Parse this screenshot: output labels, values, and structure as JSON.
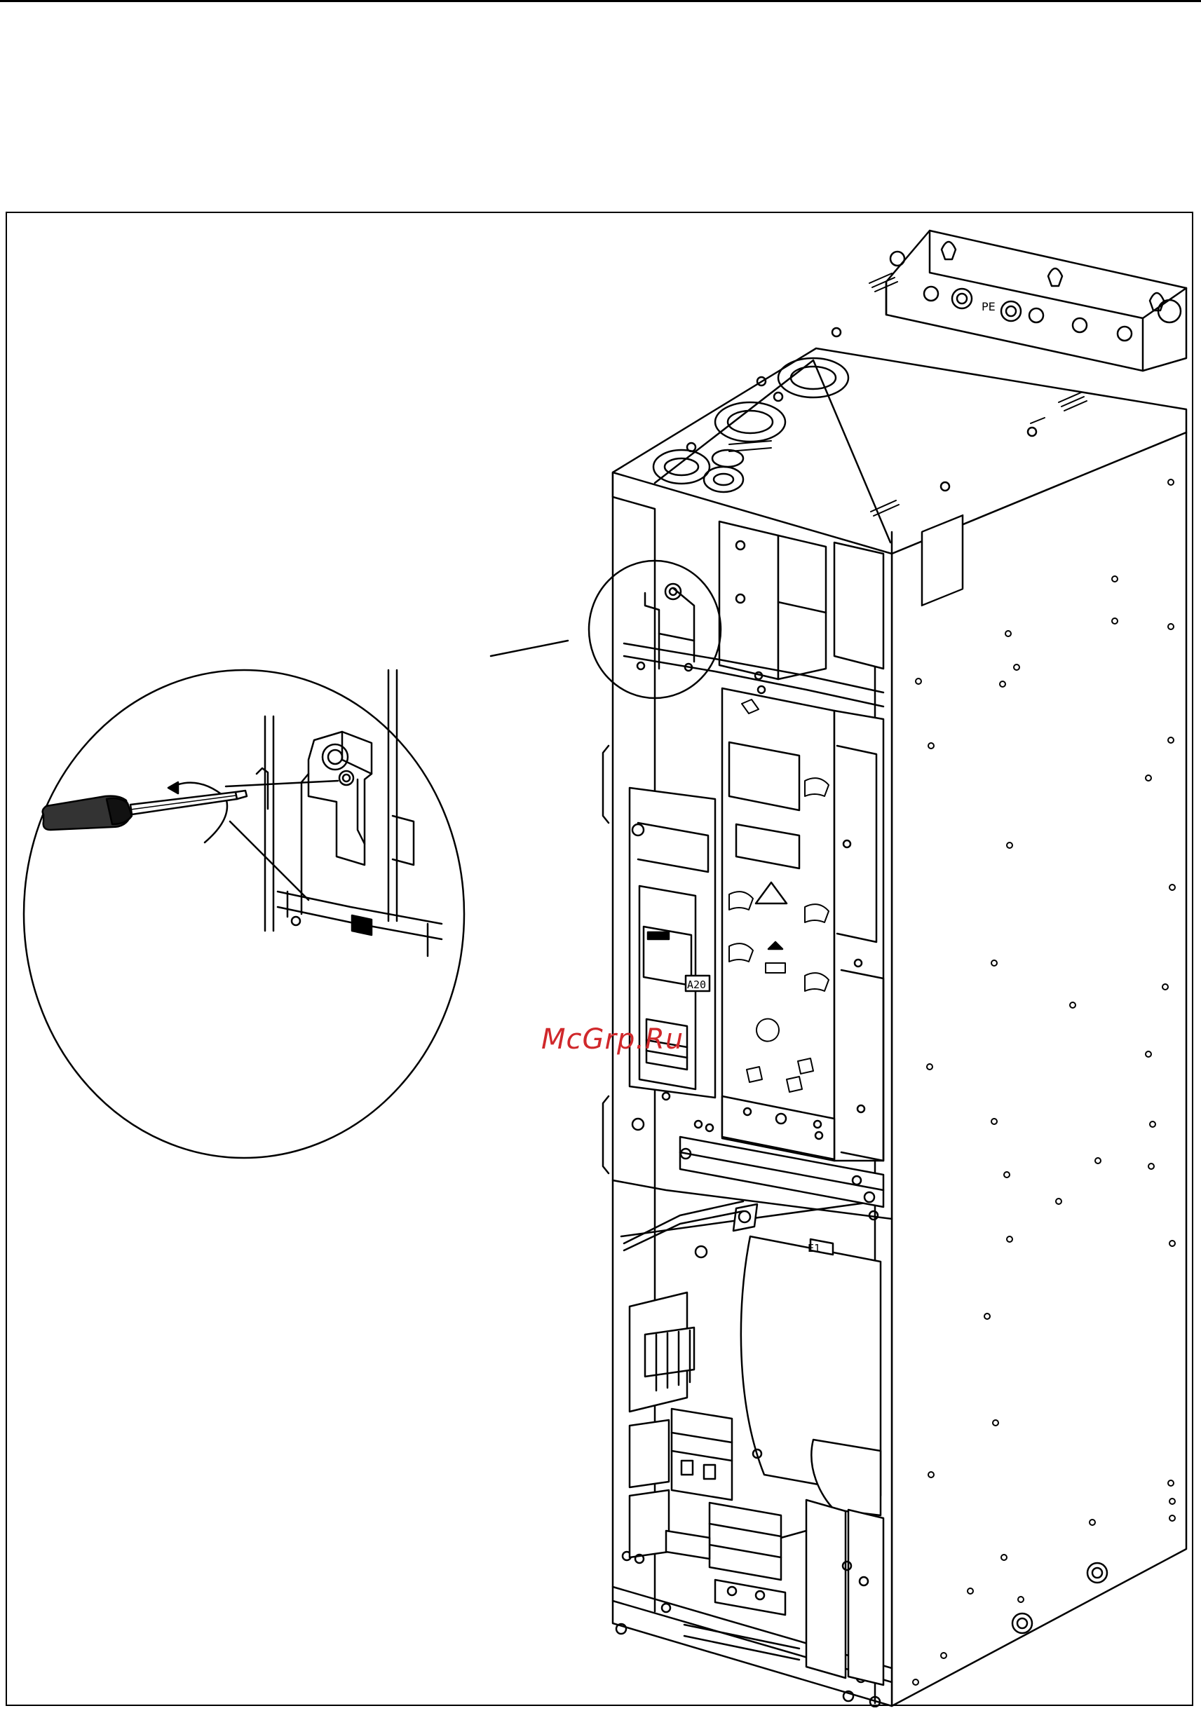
{
  "watermark": {
    "text": "McGrp.Ru",
    "color": "#d0282b"
  },
  "labels": {
    "module": "A20",
    "rail": "E1",
    "ground": "PE"
  },
  "colors": {
    "line": "#000000",
    "paper": "#ffffff",
    "handle": "#333333"
  }
}
